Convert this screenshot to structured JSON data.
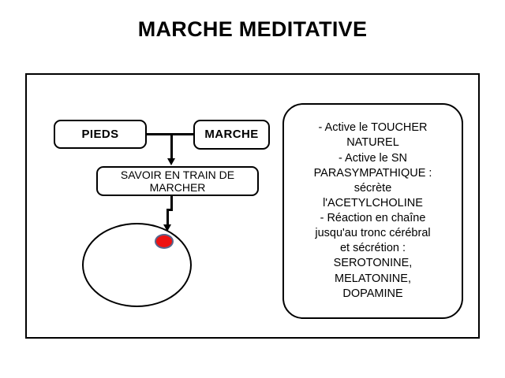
{
  "slide": {
    "title": "MARCHE MEDITATIVE",
    "background_color": "#ffffff",
    "line_color": "#000000"
  },
  "diagram": {
    "nodes": {
      "pieds": "PIEDS",
      "marche": "MARCHE",
      "savoir": "SAVOIR EN TRAIN DE MARCHER"
    },
    "head": {
      "shape_name": "head-ellipse",
      "marker_name": "red-dot",
      "marker_color": "#ee1111",
      "marker_border_color": "#59668c"
    }
  },
  "info_panel": {
    "text": "- Active le TOUCHER\nNATUREL\n- Active le SN\nPARASYMPATHIQUE :\nsécrète\nl'ACETYLCHOLINE\n- Réaction en chaîne\njusqu'au tronc cérébral\net sécrétion :\nSEROTONINE,\nMELATONINE,\nDOPAMINE"
  }
}
